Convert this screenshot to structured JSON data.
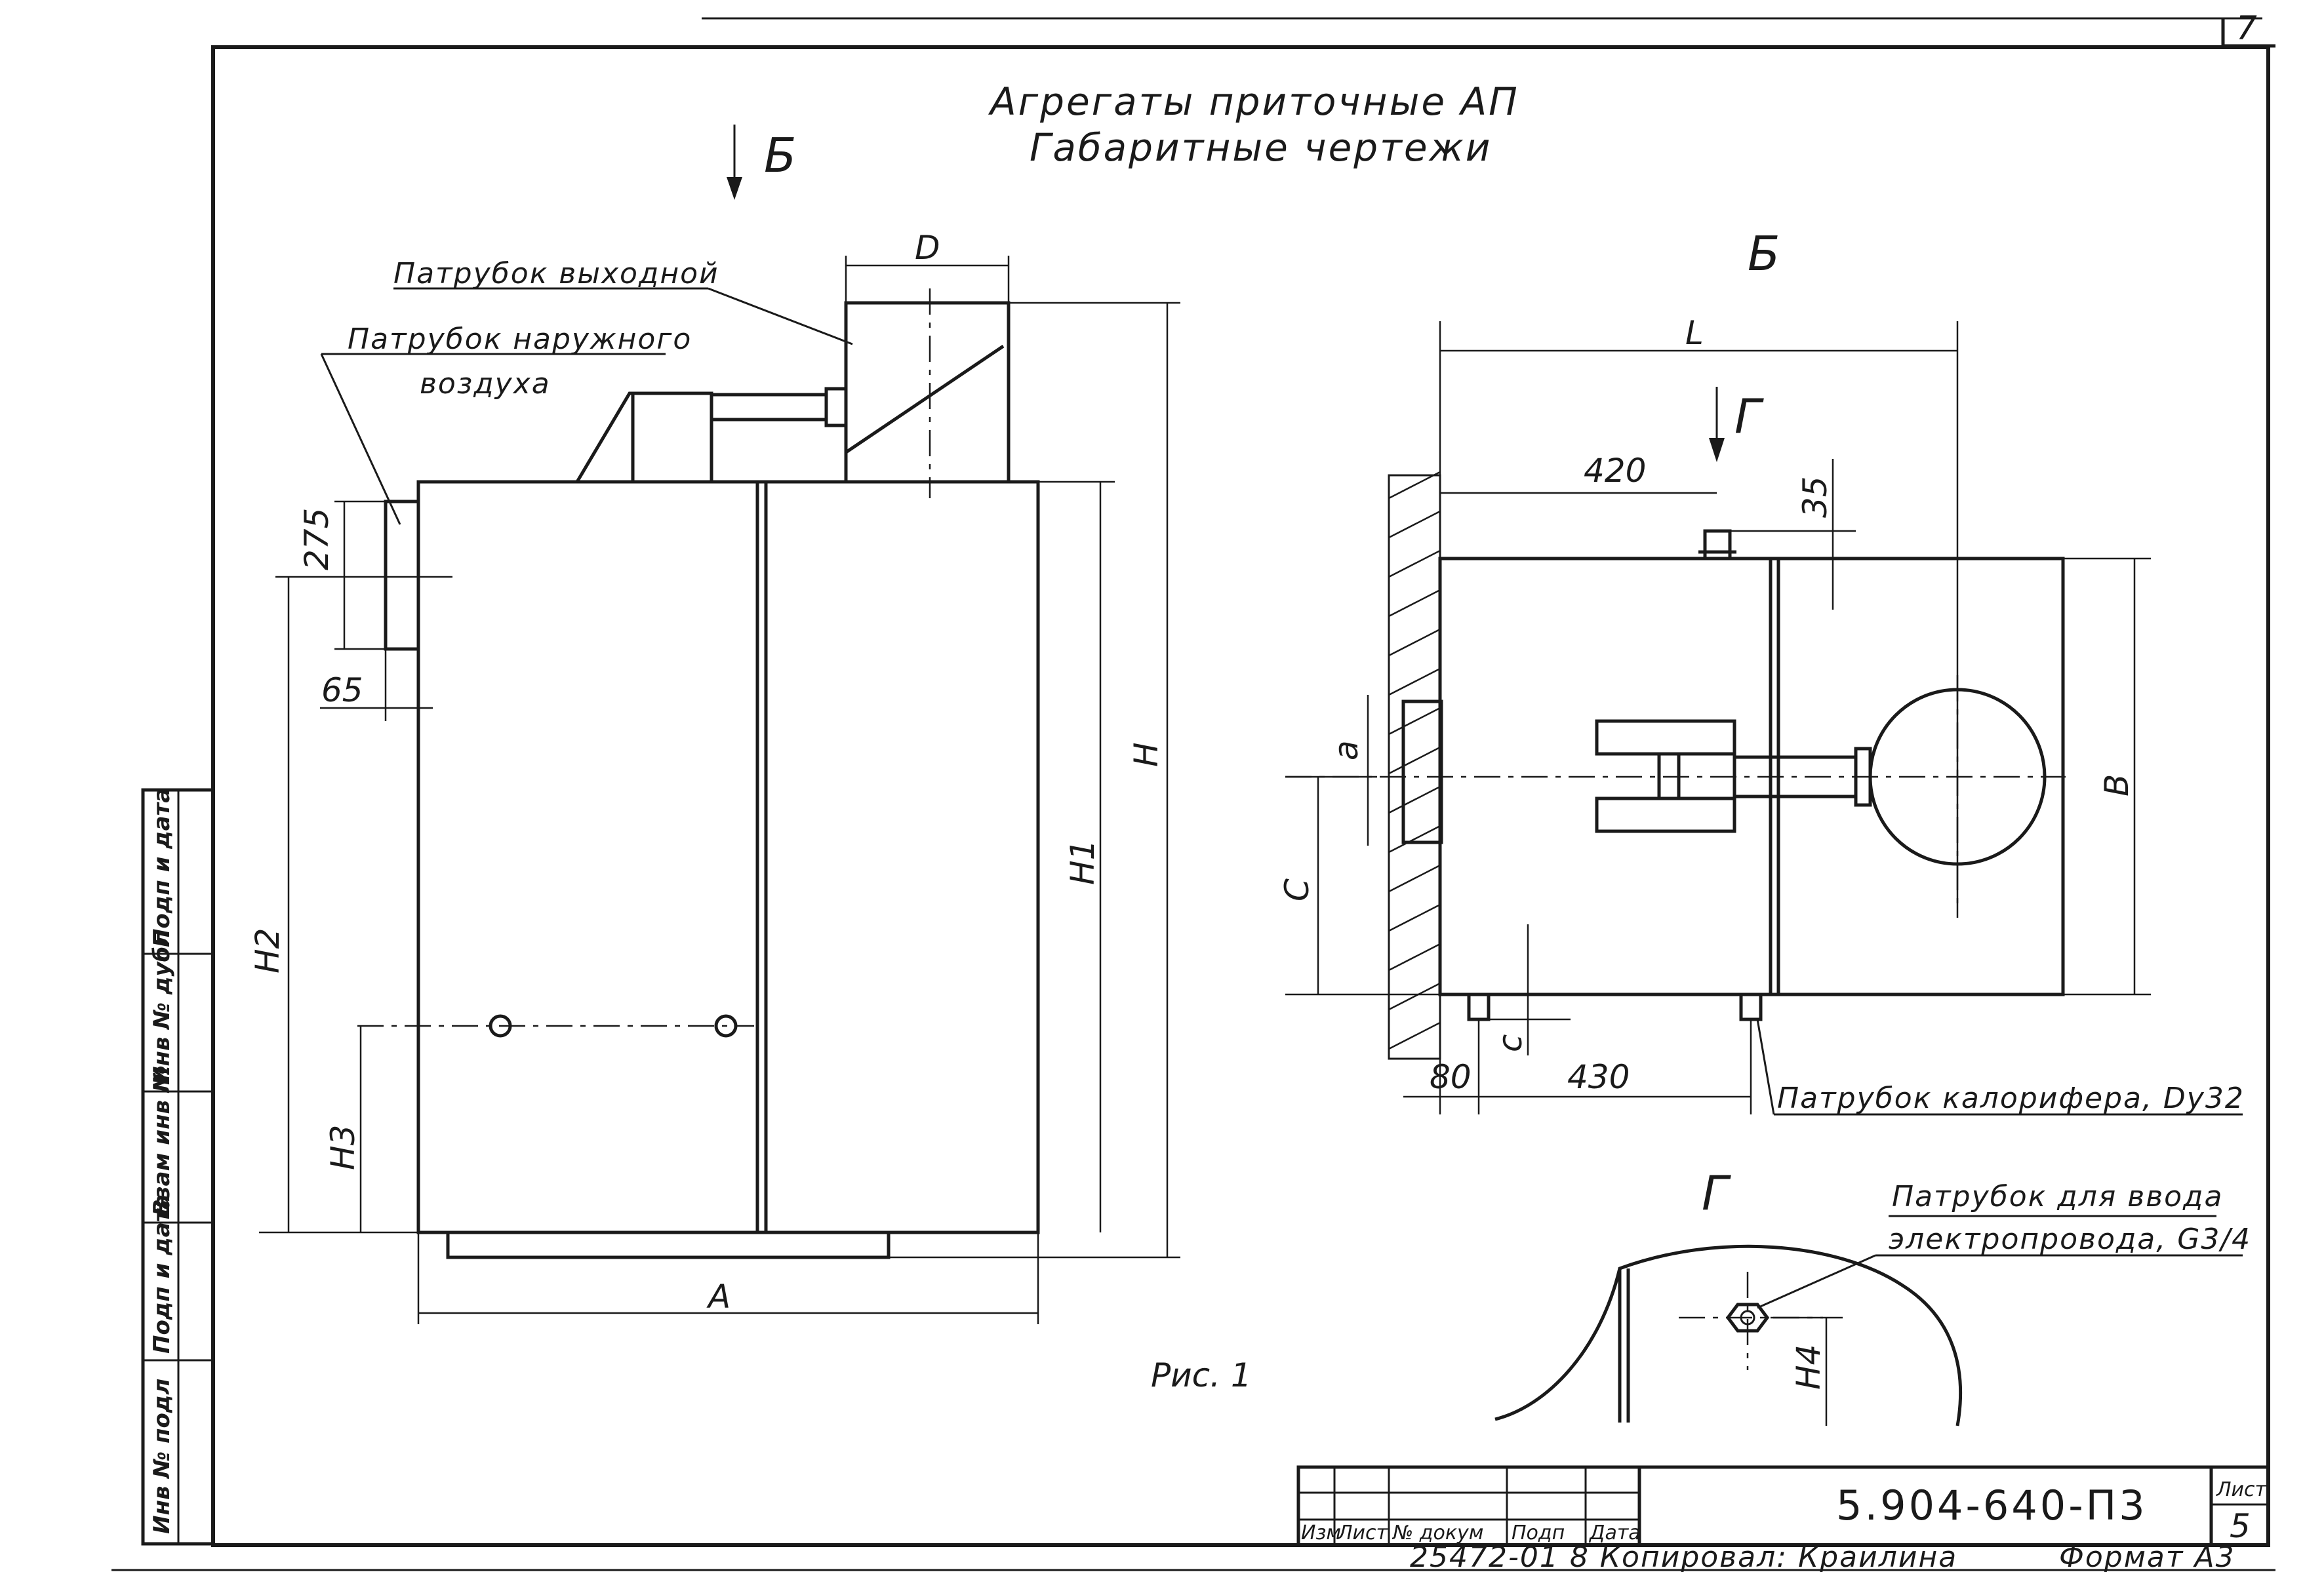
{
  "sheet": {
    "number_top": "7",
    "title_line1": "Агрегаты приточные АП",
    "title_line2": "Габаритные чертежи",
    "figure_caption": "Рис. 1"
  },
  "view_markers": {
    "b_arrow": "Б",
    "b_view": "Б",
    "g_arrow": "Г",
    "g_view": "Г"
  },
  "callouts": {
    "outlet": "Патрубок выходной",
    "outside_air_1": "Патрубок наружного",
    "outside_air_2": "воздуха",
    "heater": "Патрубок калорифера, Dy32",
    "cable_1": "Патрубок для ввода",
    "cable_2": "электропровода, G3/4"
  },
  "dimensions": {
    "D": "D",
    "H": "H",
    "H1": "H1",
    "H2": "H2",
    "H3": "H3",
    "H4": "H4",
    "A": "A",
    "L": "L",
    "B": "B",
    "C": "C",
    "c": "c",
    "a": "a",
    "v275": "275",
    "v65": "65",
    "v420": "420",
    "v35": "35",
    "v80": "80",
    "v430": "430"
  },
  "title_block": {
    "code": "5.904-640-П3",
    "sheet_label": "Лист",
    "sheet_no": "5",
    "headers": [
      "Изм",
      "Лист",
      "№ докум",
      "Подп",
      "Дата"
    ],
    "copied": "25472-01   8   Копировал: Краилина",
    "format": "Формат А3"
  },
  "side_stamp": [
    "Инв № подл",
    "Подп и дата",
    "Взам инв №",
    "Инв № дубл",
    "Подп и дата"
  ]
}
